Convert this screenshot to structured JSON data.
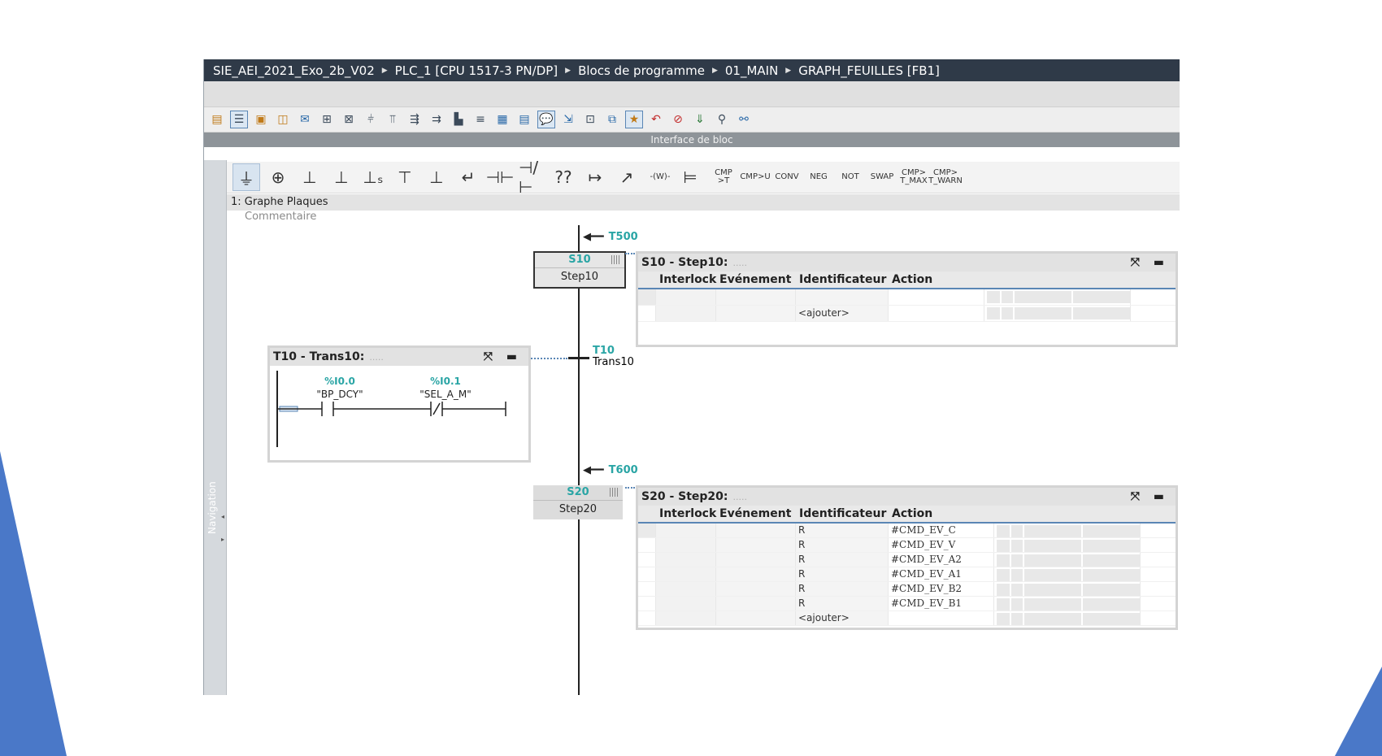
{
  "breadcrumb": [
    "SIE_AEI_2021_Exo_2b_V02",
    "PLC_1 [CPU 1517-3 PN/DP]",
    "Blocs de programme",
    "01_MAIN",
    "GRAPH_FEUILLES [FB1]"
  ],
  "interface_bar": "Interface de bloc",
  "nav_label": "Navigation",
  "toolbar1_icons": [
    "block-icon",
    "sequence-view-icon",
    "single-step-icon",
    "prev-next-icon",
    "alarm-icon",
    "network-add-icon",
    "network-delete-icon",
    "ladder-icon",
    "ladder-x-icon",
    "fbd-icon",
    "fbd2-icon",
    "plug-icon",
    "list-icon",
    "table-icon",
    "list2-icon",
    "comment-icon",
    "expand-icon",
    "monitor-icon",
    "window-icon",
    "star-icon",
    "call-icon",
    "call-red-icon",
    "download-icon",
    "search-icon",
    "glasses-icon"
  ],
  "toolbar2": {
    "symbols": [
      "⏚",
      "⊕",
      "⊥",
      "⊥",
      "⊥ₛ",
      "⊤",
      "⊥",
      "↵",
      "⊣⊢",
      "⊣/⊢",
      "??",
      "↦",
      "↗",
      "-(W)-",
      "⊨"
    ],
    "text_buttons": [
      "CMP >T",
      "CMP>U",
      "CONV",
      "NEG",
      "NOT",
      "SWAP",
      "CMP> T_MAX",
      "CMP> T_WARN"
    ]
  },
  "network": {
    "number": "1:",
    "title": "Graphe Plaques",
    "comment": "Commentaire"
  },
  "jumps": {
    "top": "T500",
    "mid": "T600"
  },
  "steps": [
    {
      "num": "S10",
      "name": "Step10"
    },
    {
      "num": "S20",
      "name": "Step20"
    }
  ],
  "transition": {
    "num": "T10",
    "name": "Trans10"
  },
  "columns": [
    "Interlock",
    "Evénement",
    "Identificateur",
    "Action"
  ],
  "step10_panel": {
    "title": "S10 - Step10:",
    "sub": ".....",
    "rows": [
      {
        "interlock": "",
        "event": "",
        "id": "",
        "action": ""
      },
      {
        "interlock": "",
        "event": "",
        "id": "<ajouter>",
        "action": ""
      }
    ]
  },
  "step20_panel": {
    "title": "S20 - Step20:",
    "sub": ".....",
    "rows": [
      {
        "interlock": "",
        "event": "",
        "id": "R",
        "action": "#CMD_EV_C"
      },
      {
        "interlock": "",
        "event": "",
        "id": "R",
        "action": "#CMD_EV_V"
      },
      {
        "interlock": "",
        "event": "",
        "id": "R",
        "action": "#CMD_EV_A2"
      },
      {
        "interlock": "",
        "event": "",
        "id": "R",
        "action": "#CMD_EV_A1"
      },
      {
        "interlock": "",
        "event": "",
        "id": "R",
        "action": "#CMD_EV_B2"
      },
      {
        "interlock": "",
        "event": "",
        "id": "R",
        "action": "#CMD_EV_B1"
      },
      {
        "interlock": "",
        "event": "",
        "id": "<ajouter>",
        "action": ""
      }
    ]
  },
  "trans_panel": {
    "title": "T10 - Trans10:",
    "sub": ".....",
    "contacts": [
      {
        "addr": "%I0.0",
        "tag": "\"BP_DCY\""
      },
      {
        "addr": "%I0.1",
        "tag": "\"SEL_A_M\""
      }
    ]
  },
  "panel_controls": "⤧ ▬",
  "colors": {
    "title_bar": "#2f3a48",
    "accent_teal": "#2aa5a5",
    "selection_blue": "#5a86b5",
    "slide_blue": "#4472c4"
  }
}
